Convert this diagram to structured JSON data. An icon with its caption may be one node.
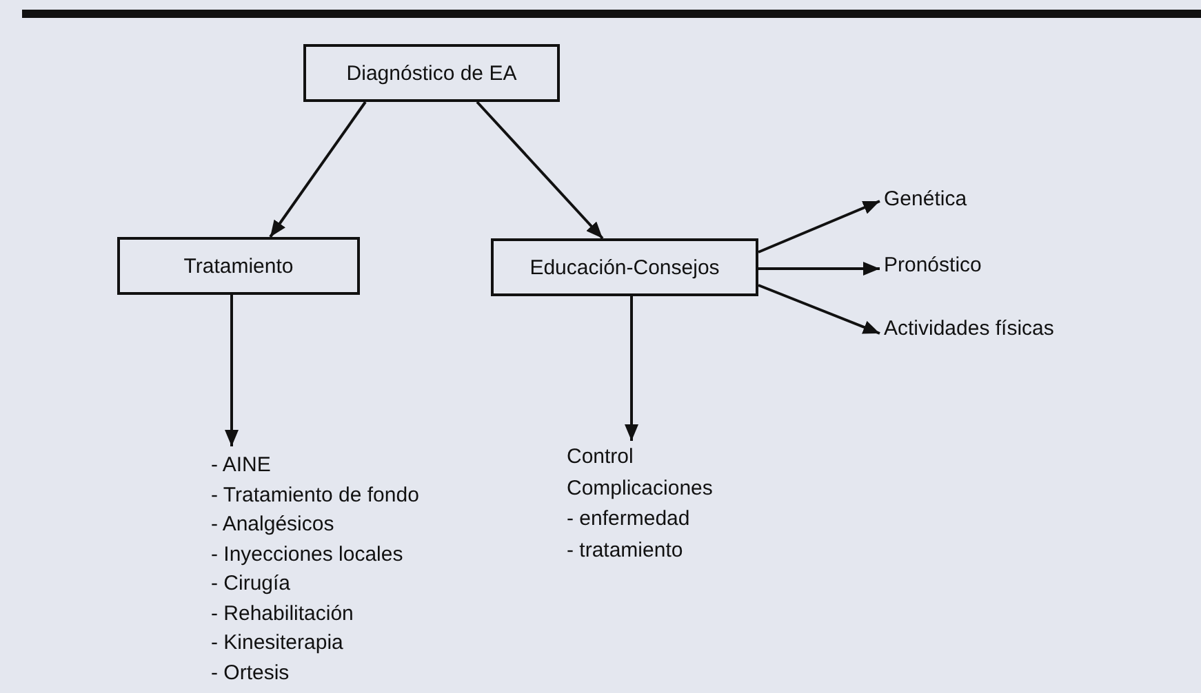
{
  "diagram": {
    "nodes": [
      {
        "text": [
          "Diagnóstico de EA"
        ]
      },
      {
        "text": [
          "Tratamiento"
        ]
      },
      {
        "text": [
          "Educación-Consejos"
        ]
      },
      {
        "text": [
          "Genética"
        ]
      },
      {
        "text": [
          "Pronóstico"
        ]
      },
      {
        "text": [
          "Actividades físicas"
        ]
      },
      {
        "text": [
          "- AINE",
          "- Tratamiento de fondo",
          "- Analgésicos",
          "- Inyecciones locales",
          "- Cirugía",
          "- Rehabilitación",
          "- Kinesiterapia",
          "- Ortesis"
        ]
      },
      {
        "text": [
          "Control",
          "Complicaciones",
          "- enfermedad",
          "- tratamiento"
        ]
      }
    ],
    "edges": [
      {
        "from": 0,
        "to": 1,
        "arrow": "to"
      },
      {
        "from": 0,
        "to": 2,
        "arrow": "to"
      },
      {
        "from": 2,
        "to": 3,
        "arrow": "to"
      },
      {
        "from": 2,
        "to": 4,
        "arrow": "to"
      },
      {
        "from": 2,
        "to": 5,
        "arrow": "to"
      },
      {
        "from": 1,
        "to": 6,
        "arrow": "to"
      },
      {
        "from": 2,
        "to": 7,
        "arrow": "to"
      }
    ]
  }
}
